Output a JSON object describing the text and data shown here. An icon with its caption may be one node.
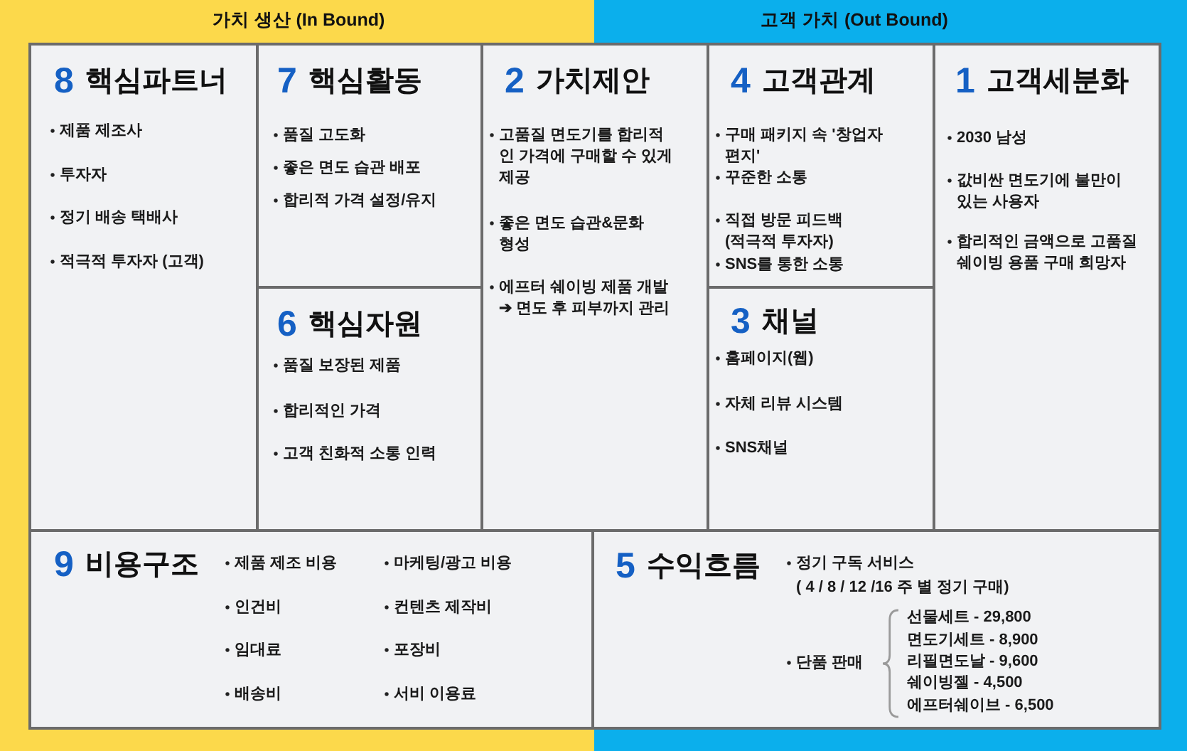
{
  "diagram": {
    "nodes": [
      {
        "text": [
          "가치 생산 (In Bound)"
        ]
      },
      {
        "text": [
          "고객 가치 (Out Bound)"
        ]
      },
      {
        "text": [
          "8",
          "핵심파트너",
          "제품 제조사",
          "투자자",
          "정기 배송 택배사",
          "적극적 투자자 (고객)"
        ]
      },
      {
        "text": [
          "7",
          "핵심활동",
          "품질 고도화",
          "좋은 면도 습관 배포",
          "합리적 가격 설정/유지"
        ]
      },
      {
        "text": [
          "2",
          "가치제안",
          "고품질 면도기를 합리적인 가격에 구매할 수 있게 제공",
          "좋은 면도 습관&문화 형성",
          "에프터 쉐이빙 제품 개발 ➔ 면도 후 피부까지 관리"
        ]
      },
      {
        "text": [
          "4",
          "고객관계",
          "구매 패키지 속 '창업자 편지'",
          "꾸준한 소통",
          "직접 방문 피드백 (적극적 투자자)",
          "SNS를 통한 소통"
        ]
      },
      {
        "text": [
          "1",
          "고객세분화",
          "2030 남성",
          "값비싼 면도기에 불만이 있는 사용자",
          "합리적인 금액으로 고품질 쉐이빙 용품 구매 희망자"
        ]
      },
      {
        "text": [
          "6",
          "핵심자원",
          "품질 보장된 제품",
          "합리적인 가격",
          "고객 친화적 소통 인력"
        ]
      },
      {
        "text": [
          "3",
          "채널",
          "홈페이지(웹)",
          "자체 리뷰 시스템",
          "SNS채널"
        ]
      },
      {
        "text": [
          "9",
          "비용구조",
          "제품 제조 비용",
          "마케팅/광고 비용",
          "인건비",
          "컨텐츠 제작비",
          "임대료",
          "포장비",
          "배송비",
          "서비 이용료"
        ]
      },
      {
        "text": [
          "5",
          "수익흐름",
          "정기 구독 서비스",
          "( 4 / 8 / 12 /16 주 별 정기 구매)",
          "단품 판매",
          "선물세트 - 29,800",
          "면도기세트 - 8,900",
          "리필면도날 - 9,600",
          "쉐이빙젤 - 4,500",
          "에프터쉐이브 - 6,500"
        ]
      }
    ]
  }
}
